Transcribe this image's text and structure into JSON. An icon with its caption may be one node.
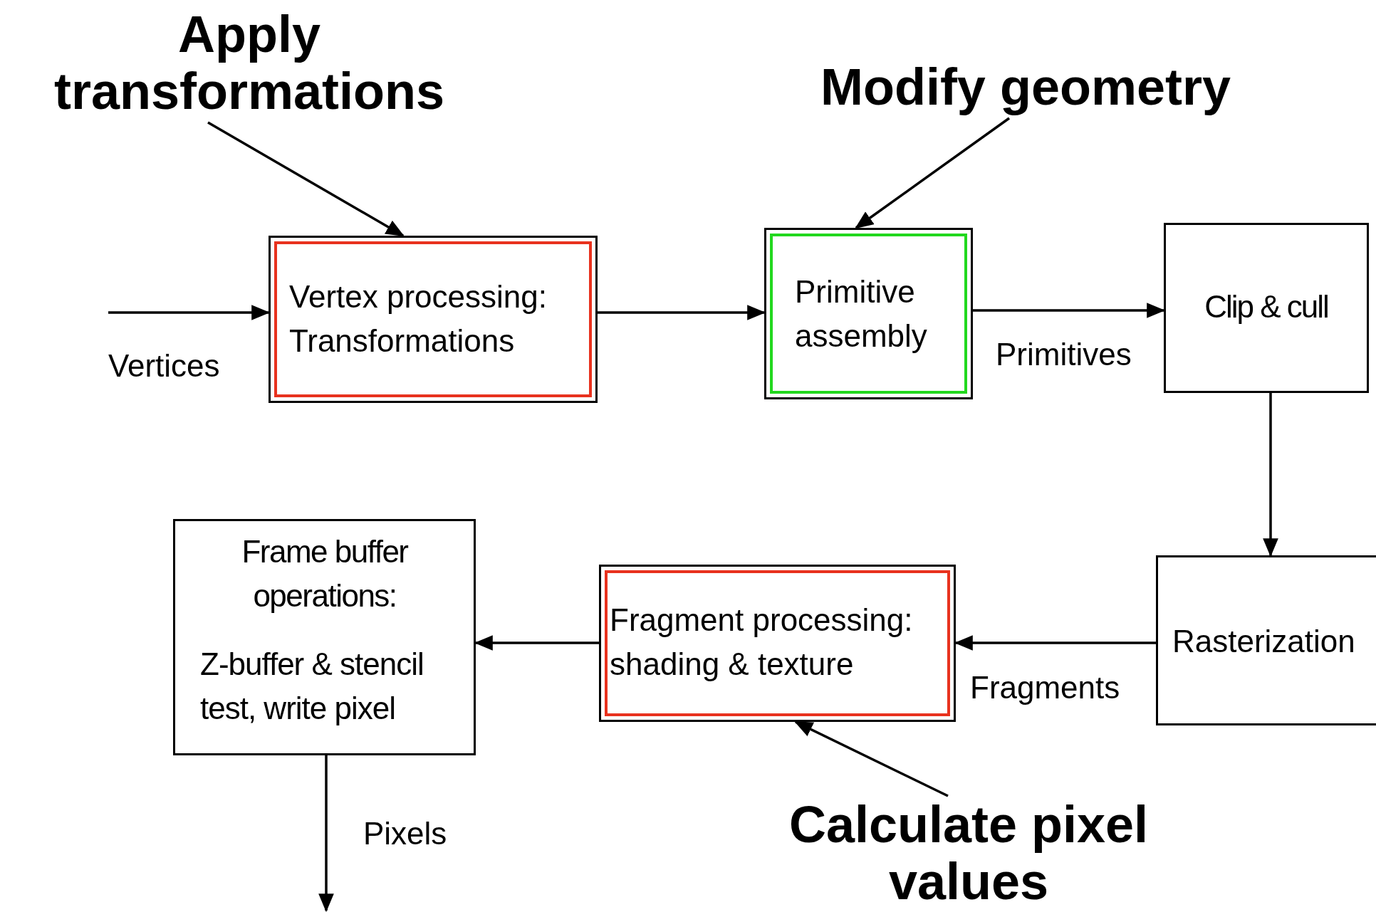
{
  "diagram": {
    "nodes": [
      {
        "text": [
          "Apply transformations"
        ]
      },
      {
        "text": [
          "Modify geometry"
        ]
      },
      {
        "text": [
          "Vertex processing: Transformations"
        ]
      },
      {
        "text": [
          "Primitive assembly"
        ]
      },
      {
        "text": [
          "Clip & cull"
        ]
      },
      {
        "text": [
          "Frame buffer operations:",
          "Z-buffer & stencil test, write pixel"
        ]
      },
      {
        "text": [
          "Fragment processing: shading & texture"
        ]
      },
      {
        "text": [
          "Rasterization"
        ]
      },
      {
        "text": [
          "Calculate pixel values"
        ]
      }
    ],
    "edges": [
      {
        "from": 0,
        "to": 2,
        "arrow": "to"
      },
      {
        "from": 1,
        "to": 3,
        "arrow": "to"
      },
      {
        "from": 8,
        "to": 6,
        "arrow": "to"
      },
      {
        "from": null,
        "to": 2,
        "arrow": "to",
        "label": "Vertices"
      },
      {
        "from": 2,
        "to": 3,
        "arrow": "to"
      },
      {
        "from": 3,
        "to": 4,
        "arrow": "to",
        "label": "Primitives"
      },
      {
        "from": 4,
        "to": 7,
        "arrow": "to"
      },
      {
        "from": 7,
        "to": 6,
        "arrow": "to",
        "label": "Fragments"
      },
      {
        "from": 6,
        "to": 5,
        "arrow": "to"
      },
      {
        "from": 5,
        "to": null,
        "arrow": "to",
        "label": "Pixels"
      }
    ]
  }
}
